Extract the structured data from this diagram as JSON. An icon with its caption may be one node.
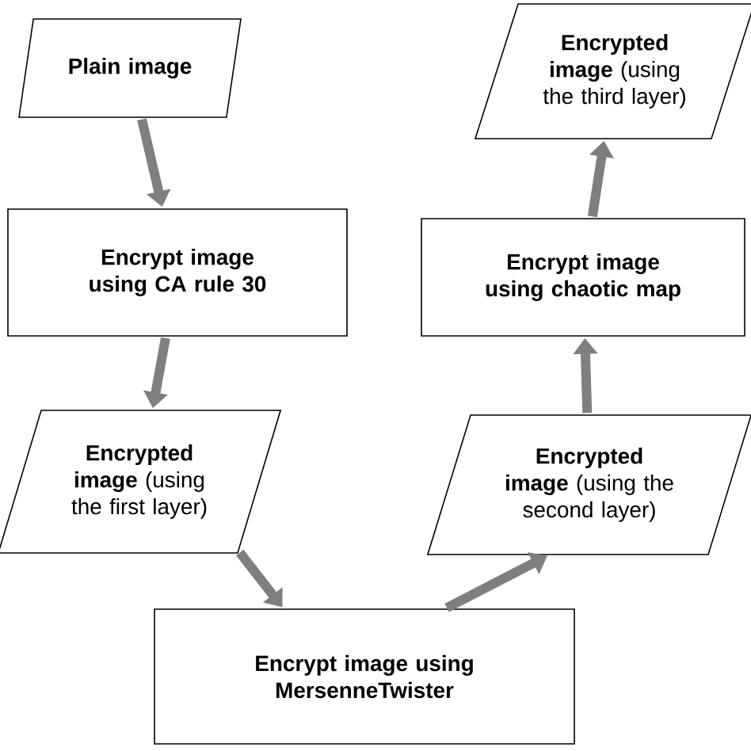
{
  "diagram": {
    "nodes": [
      {
        "text": [
          "**Plain image**"
        ]
      },
      {
        "text": [
          "**Encrypt image using CA rule 30**"
        ]
      },
      {
        "text": [
          "**Encrypted image** (using the first layer)"
        ]
      },
      {
        "text": [
          "**Encrypt image using MersenneTwister**"
        ]
      },
      {
        "text": [
          "**Encrypted image** (using the second layer)"
        ]
      },
      {
        "text": [
          "**Encrypt image using chaotic map**"
        ]
      },
      {
        "text": [
          "**Encrypted image** (using the third layer)"
        ]
      }
    ],
    "edges": [
      {
        "from": 0,
        "to": 1,
        "arrow": "to"
      },
      {
        "from": 1,
        "to": 2,
        "arrow": "to"
      },
      {
        "from": 2,
        "to": 3,
        "arrow": "to"
      },
      {
        "from": 3,
        "to": 4,
        "arrow": "to"
      },
      {
        "from": 4,
        "to": 5,
        "arrow": "to"
      },
      {
        "from": 5,
        "to": 6,
        "arrow": "to"
      }
    ]
  }
}
